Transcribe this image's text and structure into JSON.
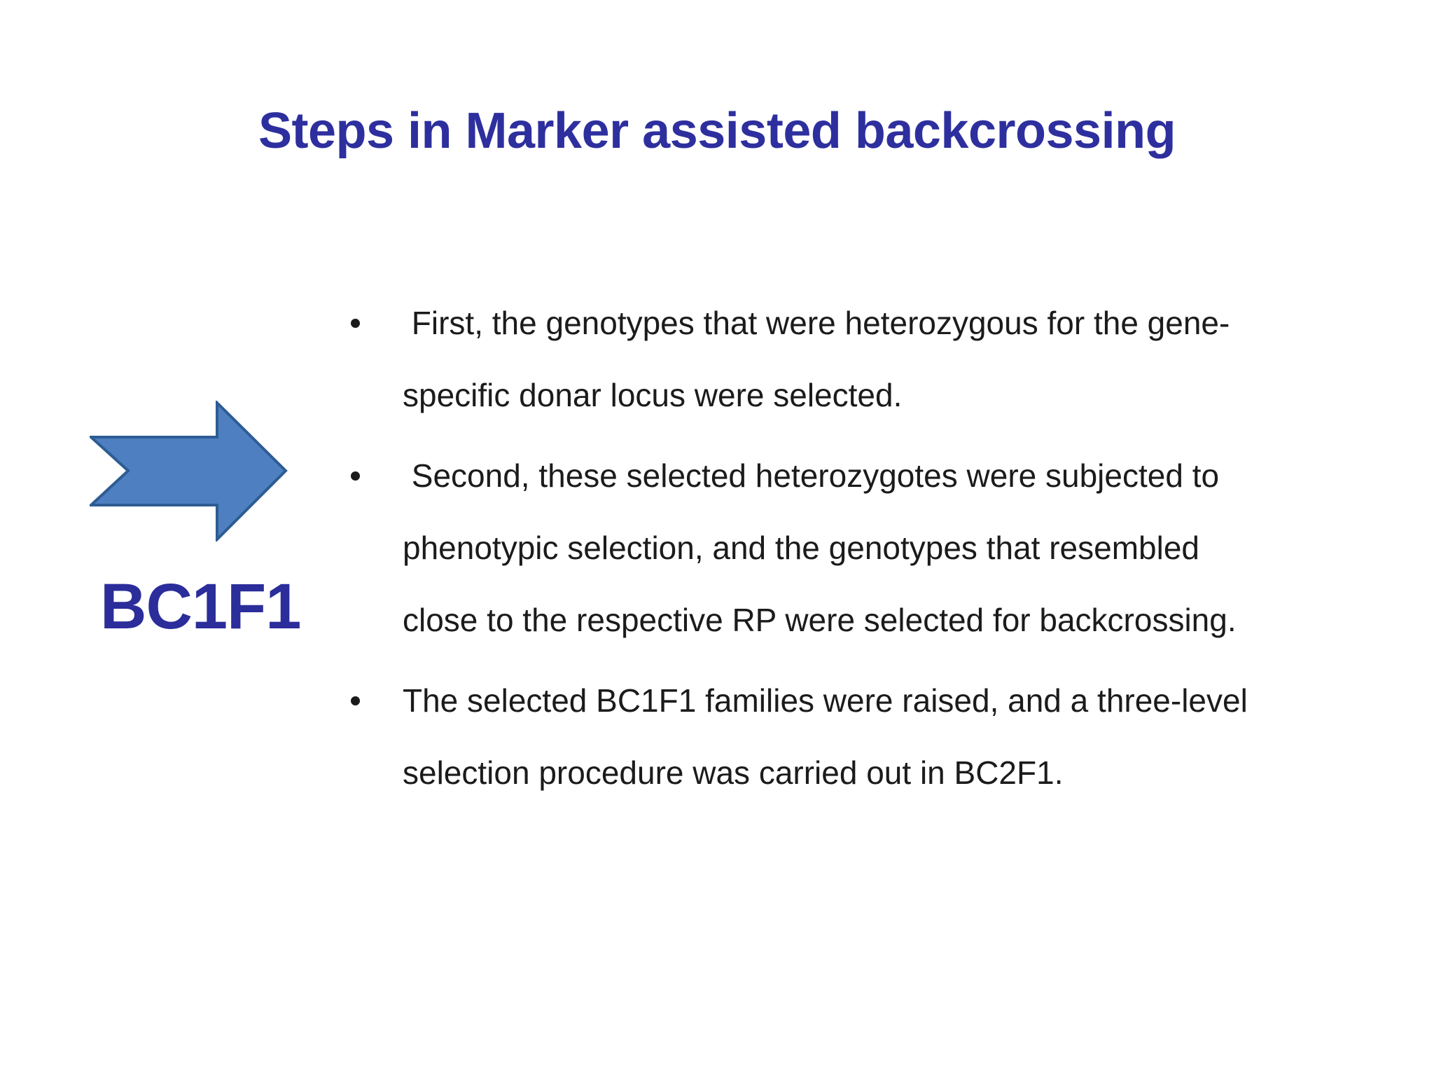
{
  "slide": {
    "title": "Steps in Marker assisted backcrossing",
    "label": "BC1F1",
    "bullets": [
      {
        "lines": {
          "0": " First, the genotypes that were heterozygous for the gene-",
          "1": "specific donar locus were selected."
        }
      },
      {
        "lines": {
          "0": " Second, these selected heterozygotes were subjected to",
          "1": "phenotypic selection, and the genotypes that resembled",
          "2": "close to the respective RP were selected for backcrossing."
        }
      },
      {
        "lines": {
          "0": "The selected BC1F1 families were raised, and a three-level",
          "1": "selection procedure was carried out in BC2F1."
        }
      }
    ],
    "icons": {
      "arrow": "notched-right-arrow-icon"
    },
    "colors": {
      "title_text": "#2e2f9e",
      "label_text": "#2b2d9b",
      "body_text": "#1b1b1b",
      "arrow_fill": "#4e7fc0",
      "arrow_stroke": "#2e5c93",
      "background": "#ffffff"
    }
  }
}
